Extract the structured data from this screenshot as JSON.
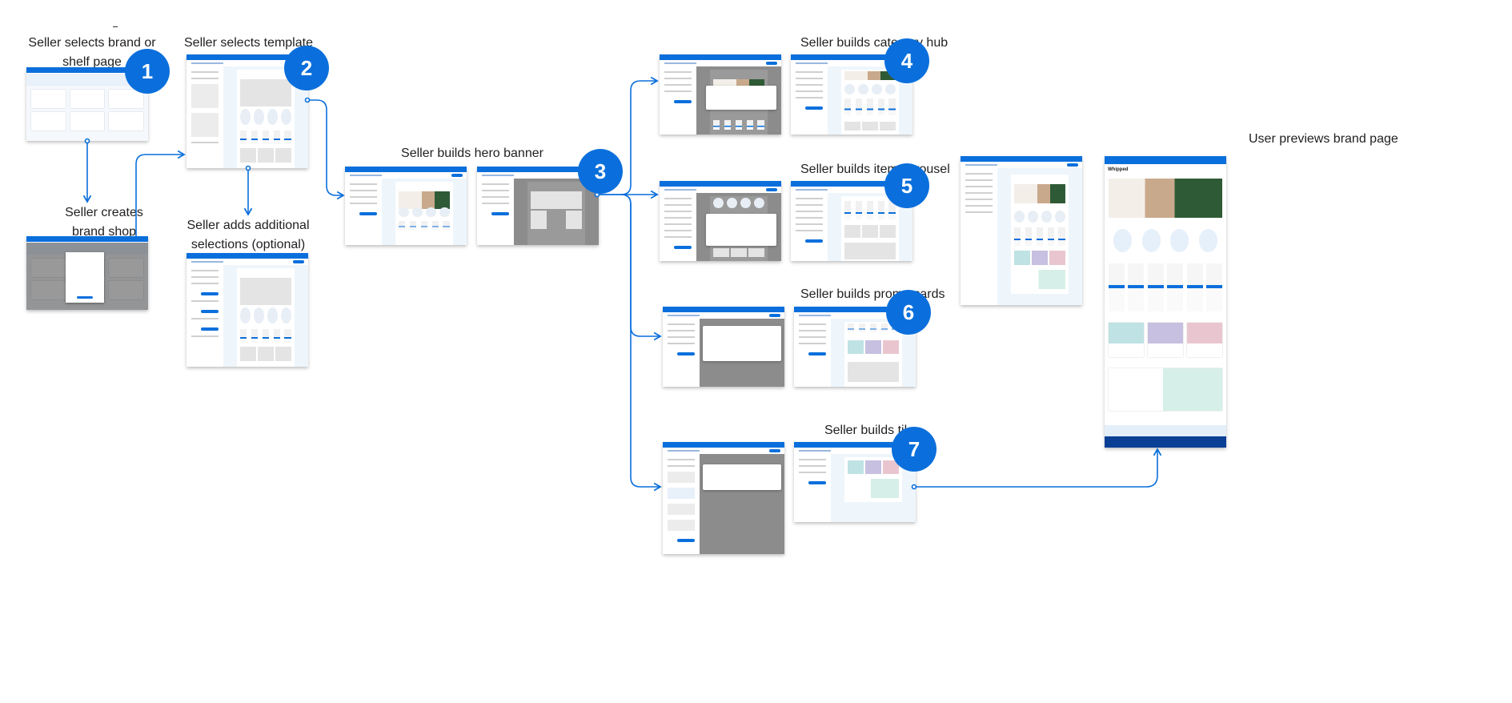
{
  "diagram": {
    "title_mark": "-",
    "accent_color": "#0a6fdc",
    "steps": [
      {
        "id": "step-1",
        "number": "1",
        "label_lines": [
          "Seller selects brand or",
          "shelf page"
        ]
      },
      {
        "id": "step-1b",
        "number": null,
        "label_lines": [
          "Seller creates",
          "brand shop"
        ]
      },
      {
        "id": "step-2",
        "number": "2",
        "label_lines": [
          "Seller selects template"
        ]
      },
      {
        "id": "step-2b",
        "number": null,
        "label_lines": [
          "Seller adds additional",
          "selections (optional)"
        ]
      },
      {
        "id": "step-3",
        "number": "3",
        "label_lines": [
          "Seller builds hero banner"
        ]
      },
      {
        "id": "step-4",
        "number": "4",
        "label_lines": [
          "Seller builds category hub"
        ]
      },
      {
        "id": "step-5",
        "number": "5",
        "label_lines": [
          "Seller builds item carousel"
        ]
      },
      {
        "id": "step-6",
        "number": "6",
        "label_lines": [
          "Seller builds promo cards"
        ]
      },
      {
        "id": "step-7",
        "number": "7",
        "label_lines": [
          "Seller builds tiles"
        ]
      },
      {
        "id": "step-preview",
        "number": null,
        "label_lines": [
          "User previews brand page"
        ]
      }
    ],
    "screens": {
      "preview_brand_name": "Whipped"
    },
    "connections": [
      {
        "from": "step-1",
        "to": "step-1b"
      },
      {
        "from": "step-1b",
        "to": "step-2"
      },
      {
        "from": "step-2",
        "to": "step-2b"
      },
      {
        "from": "step-2",
        "to": "step-3"
      },
      {
        "from": "step-3",
        "to": "step-4"
      },
      {
        "from": "step-3",
        "to": "step-5"
      },
      {
        "from": "step-3",
        "to": "step-6"
      },
      {
        "from": "step-3",
        "to": "step-7"
      },
      {
        "from": "step-7",
        "to": "step-preview"
      }
    ]
  }
}
